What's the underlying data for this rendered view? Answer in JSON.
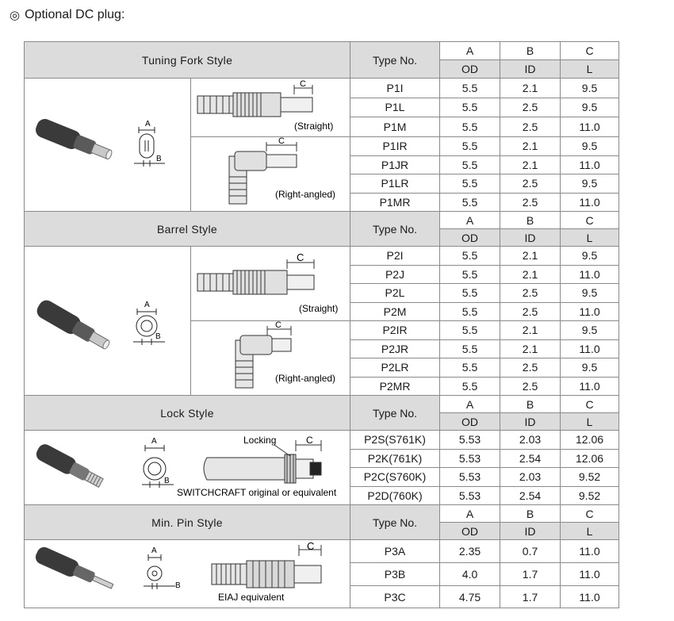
{
  "title": {
    "mark": "◎",
    "text": "Optional DC plug:"
  },
  "columns": {
    "a": "A",
    "b": "B",
    "c": "C",
    "od": "OD",
    "id": "ID",
    "l": "L"
  },
  "sections": [
    {
      "name": "Tuning Fork Style",
      "type_no_label": "Type No.",
      "variant_labels": [
        "(Straight)",
        "(Right-angled)"
      ],
      "rows": [
        [
          "P1I",
          "5.5",
          "2.1",
          "9.5"
        ],
        [
          "P1L",
          "5.5",
          "2.5",
          "9.5"
        ],
        [
          "P1M",
          "5.5",
          "2.5",
          "11.0"
        ],
        [
          "P1IR",
          "5.5",
          "2.1",
          "9.5"
        ],
        [
          "P1JR",
          "5.5",
          "2.1",
          "11.0"
        ],
        [
          "P1LR",
          "5.5",
          "2.5",
          "9.5"
        ],
        [
          "P1MR",
          "5.5",
          "2.5",
          "11.0"
        ]
      ]
    },
    {
      "name": "Barrel Style",
      "type_no_label": "Type No.",
      "variant_labels": [
        "(Straight)",
        "(Right-angled)"
      ],
      "rows": [
        [
          "P2I",
          "5.5",
          "2.1",
          "9.5"
        ],
        [
          "P2J",
          "5.5",
          "2.1",
          "11.0"
        ],
        [
          "P2L",
          "5.5",
          "2.5",
          "9.5"
        ],
        [
          "P2M",
          "5.5",
          "2.5",
          "11.0"
        ],
        [
          "P2IR",
          "5.5",
          "2.1",
          "9.5"
        ],
        [
          "P2JR",
          "5.5",
          "2.1",
          "11.0"
        ],
        [
          "P2LR",
          "5.5",
          "2.5",
          "9.5"
        ],
        [
          "P2MR",
          "5.5",
          "2.5",
          "11.0"
        ]
      ]
    },
    {
      "name": "Lock Style",
      "type_no_label": "Type No.",
      "locking_label": "Locking",
      "note": "SWITCHCRAFT original or equivalent",
      "rows": [
        [
          "P2S(S761K)",
          "5.53",
          "2.03",
          "12.06"
        ],
        [
          "P2K(761K)",
          "5.53",
          "2.54",
          "12.06"
        ],
        [
          "P2C(S760K)",
          "5.53",
          "2.03",
          "9.52"
        ],
        [
          "P2D(760K)",
          "5.53",
          "2.54",
          "9.52"
        ]
      ]
    },
    {
      "name": "Min. Pin Style",
      "type_no_label": "Type No.",
      "note": "EIAJ equivalent",
      "rows": [
        [
          "P3A",
          "2.35",
          "0.7",
          "11.0"
        ],
        [
          "P3B",
          "4.0",
          "1.7",
          "11.0"
        ],
        [
          "P3C",
          "4.75",
          "1.7",
          "11.0"
        ]
      ]
    }
  ],
  "dim_letters": {
    "a": "A",
    "b": "B",
    "c": "C"
  },
  "colors": {
    "header_bg": "#dcdcdc",
    "border": "#8a8a8a",
    "text": "#1a1a1a"
  }
}
